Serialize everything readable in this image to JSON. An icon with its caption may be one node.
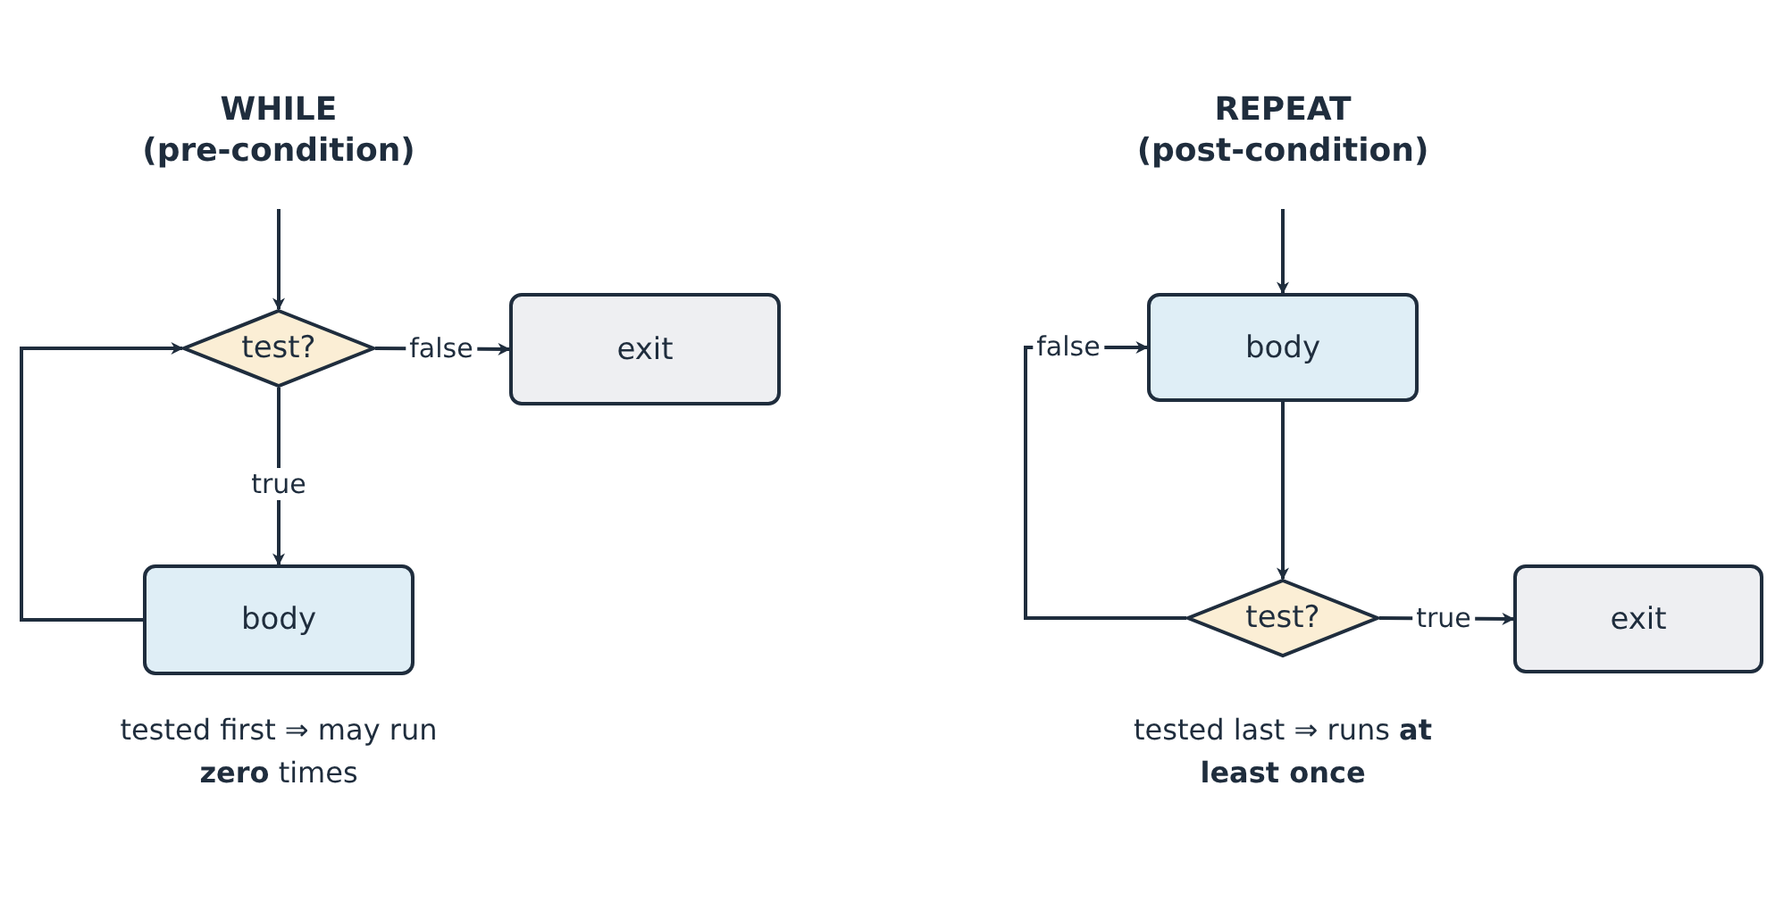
{
  "diagram": {
    "nodes": [
      {
        "text": [
          "test?"
        ]
      },
      {
        "text": [
          "exit"
        ]
      },
      {
        "text": [
          "body"
        ]
      },
      {
        "text": [
          "body"
        ]
      },
      {
        "text": [
          "test?"
        ]
      },
      {
        "text": [
          "exit"
        ]
      }
    ],
    "edges": [
      {
        "from": null,
        "to": 0,
        "arrow": "to"
      },
      {
        "from": 0,
        "to": 1,
        "arrow": "to",
        "label": "false"
      },
      {
        "from": 0,
        "to": 2,
        "arrow": "to",
        "label": "true"
      },
      {
        "from": 2,
        "to": 0,
        "arrow": "to"
      },
      {
        "from": null,
        "to": 3,
        "arrow": "to"
      },
      {
        "from": 3,
        "to": 4,
        "arrow": "to"
      },
      {
        "from": 4,
        "to": 3,
        "arrow": "to",
        "label": "false"
      },
      {
        "from": 4,
        "to": 5,
        "arrow": "to",
        "label": "true"
      }
    ],
    "labels": [
      "WHILE",
      "(pre-condition)",
      "REPEAT",
      "(post-condition)",
      "tested first ⇒ may run **zero** times",
      "tested last ⇒ runs **at least once**"
    ]
  }
}
